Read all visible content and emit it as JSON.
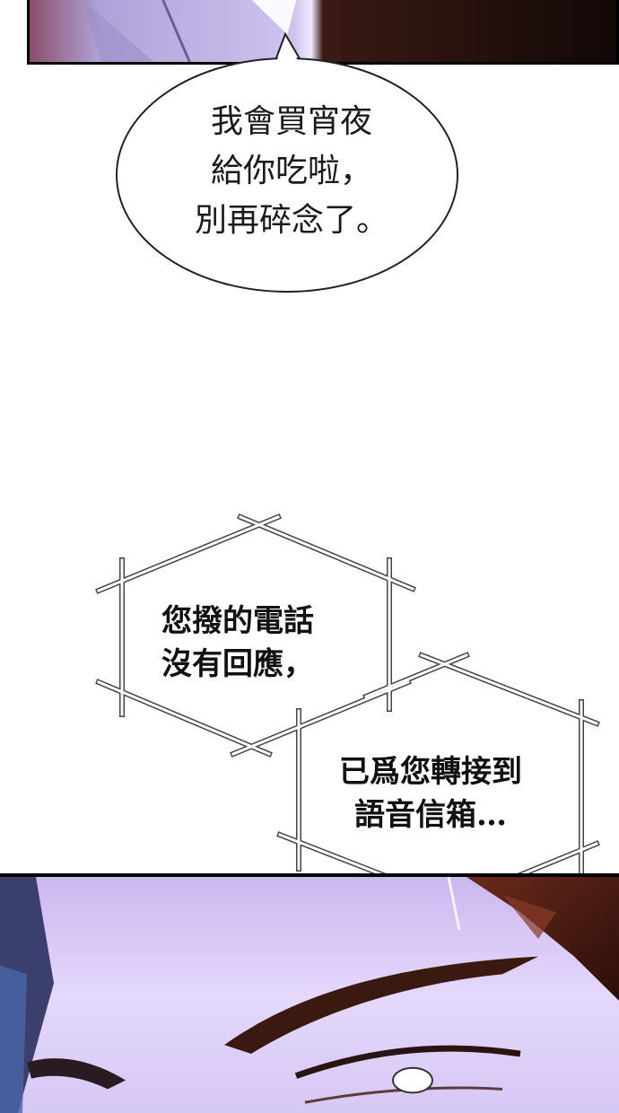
{
  "speech_bubble": {
    "lines": [
      "我會買宵夜",
      "給你吃啦，",
      "別再碎念了。"
    ]
  },
  "phone_message_1": {
    "lines": [
      "您撥的電話",
      "沒有回應，"
    ]
  },
  "phone_message_2": {
    "lines": [
      "已爲您轉接到",
      "語音信箱…"
    ]
  },
  "colors": {
    "panel_border": "#000000",
    "skin_tone": "#d9c8f0",
    "hair": "#3a1a12",
    "hex_frame": "#555555"
  }
}
